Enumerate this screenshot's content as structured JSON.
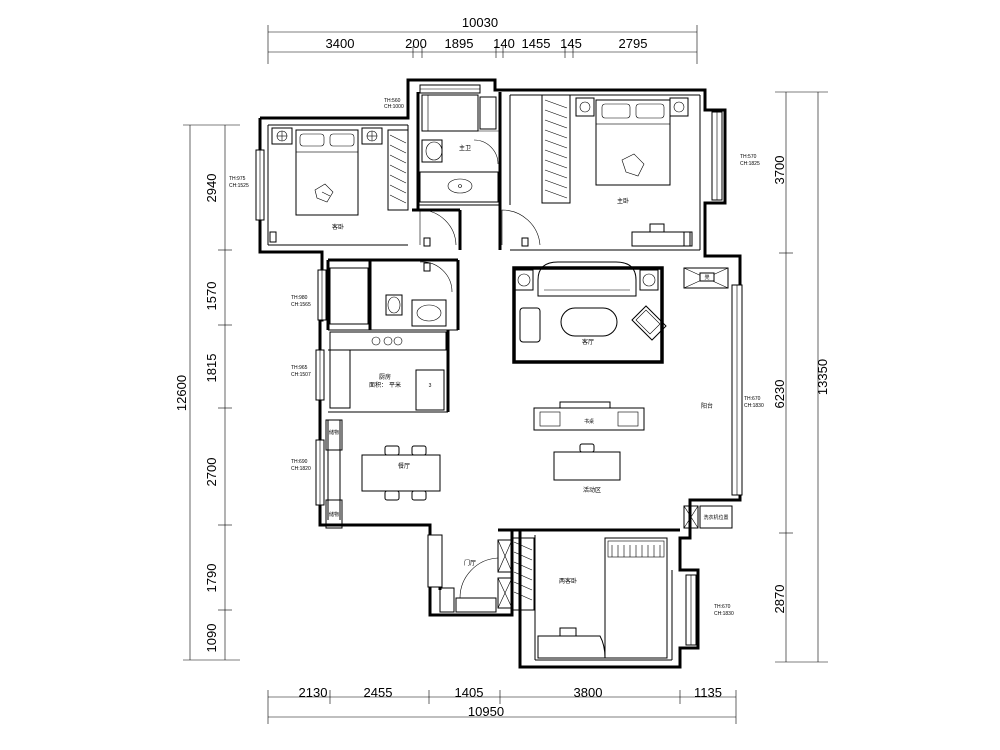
{
  "dimensions": {
    "top_total": "10030",
    "top_segments": [
      "3400",
      "200",
      "1895",
      "140",
      "1455",
      "145",
      "2795"
    ],
    "bottom_total": "10950",
    "bottom_segments": [
      "2130",
      "2455",
      "1405",
      "3800",
      "1135"
    ],
    "left_total": "12600",
    "left_segments": [
      "2940",
      "1570",
      "1815",
      "2700",
      "1790",
      "1090"
    ],
    "right_total": "13350",
    "right_segments": [
      "3700",
      "6230",
      "2870"
    ]
  },
  "rooms": {
    "guest_bedroom": "客卧",
    "master_bath": "主卫",
    "master_bedroom": "主卧",
    "living_room": "客厅",
    "kitchen": "厨房",
    "kitchen_area": "面积：  平米",
    "balcony": "阳台",
    "study": "书桌",
    "activity_area": "活动区",
    "dining_room": "餐厅",
    "entrance": "门厅",
    "second_guest_bedroom": "两客卧",
    "washing_position": "洗衣机位置",
    "stool": "凳"
  },
  "window_notes": {
    "bath_window": [
      "TH:560",
      "CH:1000"
    ],
    "guest_window": [
      "TH:975",
      "CH:1525"
    ],
    "master_window": [
      "TH:570",
      "CH:1825"
    ],
    "wc_window": [
      "TH:980",
      "CH:1565"
    ],
    "kitchen_window": [
      "TH:965",
      "CH:1507"
    ],
    "dining_window": [
      "TH:690",
      "CH:1820"
    ],
    "balcony_window": [
      "TH:670",
      "CH:1830"
    ],
    "second_bedroom_window": [
      "TH:670",
      "CH:1830"
    ]
  },
  "small_labels": {
    "cabinet_a": "储物",
    "cabinet_b": "储物",
    "kitchen_mark": "3"
  }
}
